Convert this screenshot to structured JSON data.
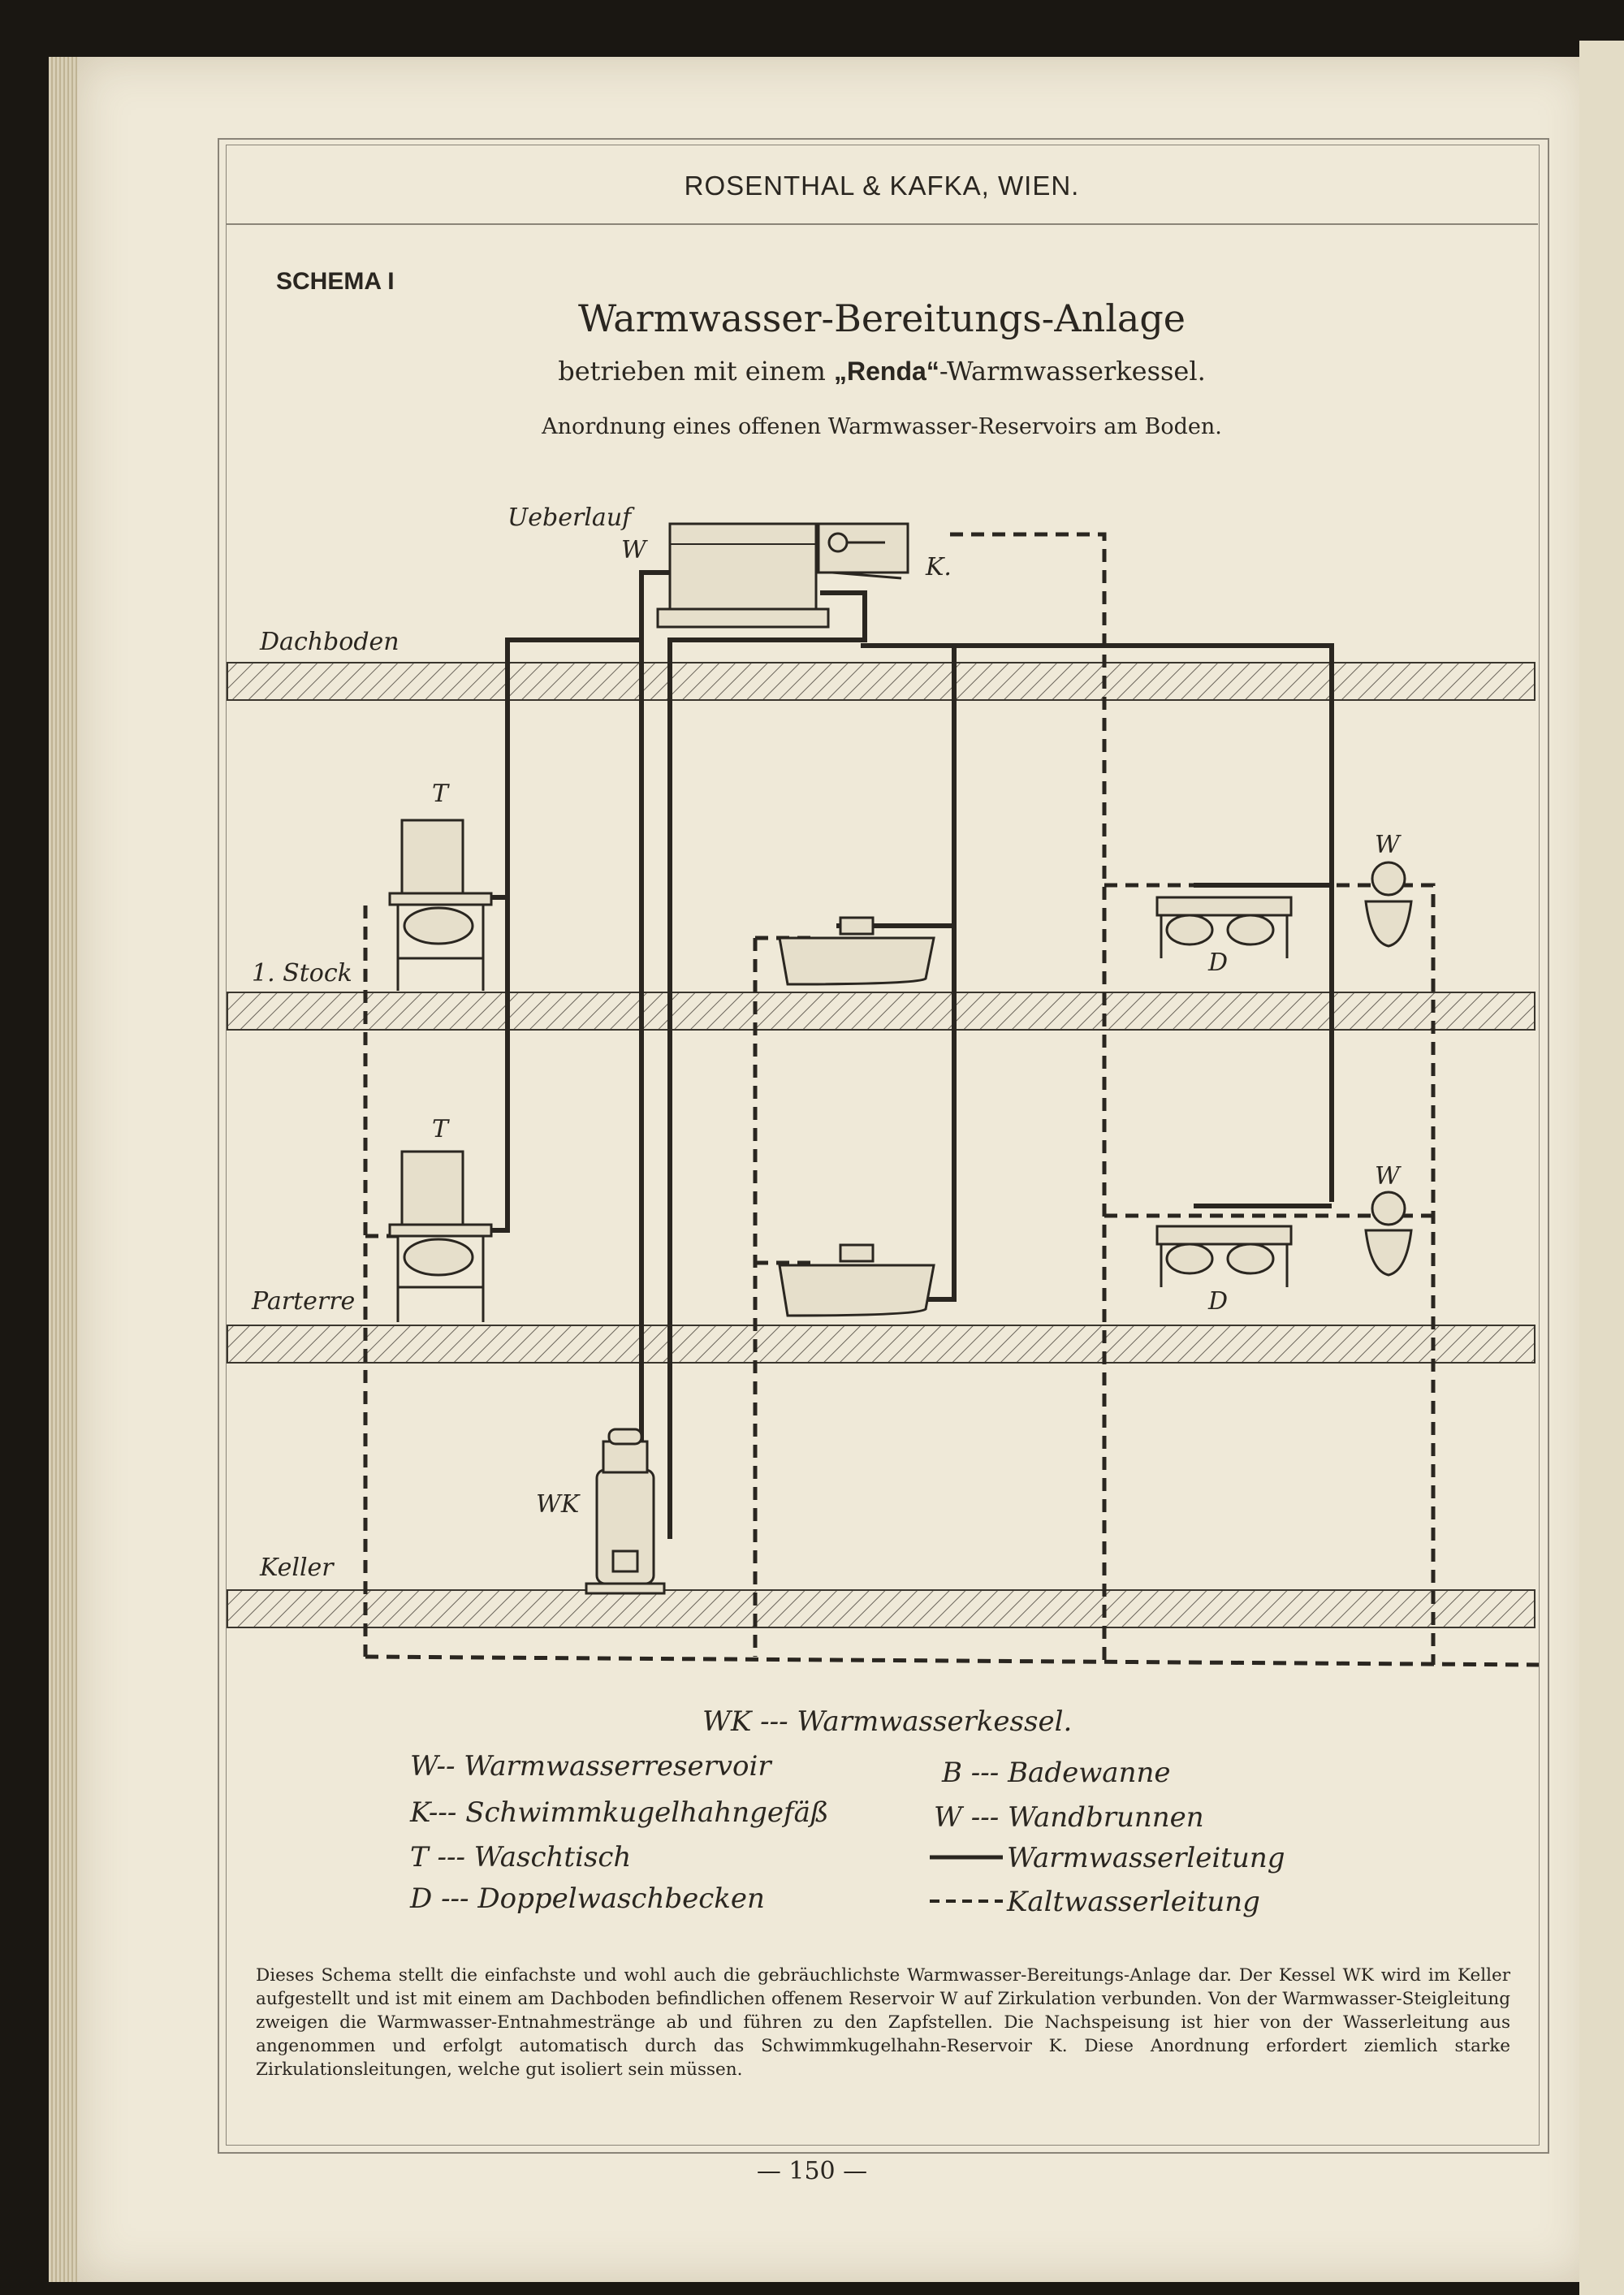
{
  "header": {
    "firm": "ROSENTHAL & KAFKA, WIEN."
  },
  "schema_label": "SCHEMA I",
  "title": "Warmwasser-Bereitungs-Anlage",
  "subtitle": {
    "prefix": "betrieben mit einem ",
    "brand": "„Renda“",
    "suffix": "-Warmwasserkessel."
  },
  "subtitle2": "Anordnung eines offenen Warmwasser-Reservoirs am Boden.",
  "floors": {
    "attic": "Dachboden",
    "first": "1. Stock",
    "ground": "Parterre",
    "cellar": "Keller"
  },
  "diagram_labels": {
    "overflow": "Ueberlauf",
    "reservoir": "W",
    "float_valve": "K.",
    "boiler": "WK",
    "washstand": "T",
    "bathtub": "B",
    "double_basin": "D",
    "wall_fountain": "W"
  },
  "legend": {
    "wk": "WK --- Warmwasserkessel.",
    "w": "W-- Warmwasserreservoir",
    "k": "K--- Schwimmkugelhahngefäß",
    "t": "T --- Waschtisch",
    "d": "D --- Doppelwaschbecken",
    "b": "B --- Badewanne",
    "wb": "W --- Wandbrunnen",
    "solid": "Warmwasserleitung",
    "dashed": "Kaltwasserleitung"
  },
  "paragraph": "Dieses Schema stellt die einfachste und wohl auch die gebräuchlichste Warmwasser-Bereitungs-Anlage dar. Der Kessel WK wird im Keller aufgestellt und ist mit einem am Dachboden befindlichen offenem Reservoir W auf Zirkulation verbunden. Von der Warmwasser-Steigleitung zweigen die Warmwasser-Entnahmestränge ab und führen zu den Zapfstellen. Die Nachspeisung ist hier von der Wasserleitung aus angenommen und erfolgt automatisch durch das Schwimmkugelhahn-Reservoir K. Diese Anordnung erfordert ziemlich starke Zirkulationsleitungen, welche gut isoliert sein müssen.",
  "page_number": "— 150 —",
  "colors": {
    "paper": "#efe9d8",
    "ink": "#2a2620",
    "frame": "#8a8478"
  }
}
